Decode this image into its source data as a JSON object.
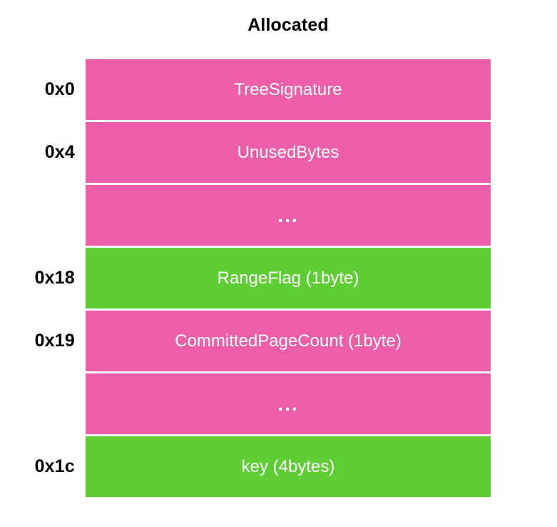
{
  "diagram": {
    "title": "Allocated",
    "colors": {
      "allocated_fill": "#ec5fa8",
      "highlight_fill": "#5fce35",
      "label_text": "#000000",
      "field_text": "#ffffff",
      "background": "#ffffff"
    },
    "rows": [
      {
        "address": "0x0",
        "field": "TreeSignature",
        "fill": "pink"
      },
      {
        "address": "0x4",
        "field": "UnusedBytes",
        "fill": "pink"
      },
      {
        "address": "",
        "field": "...",
        "fill": "pink"
      },
      {
        "address": "0x18",
        "field": "RangeFlag (1byte)",
        "fill": "green"
      },
      {
        "address": "0x19",
        "field": "CommittedPageCount (1byte)",
        "fill": "pink"
      },
      {
        "address": "",
        "field": "...",
        "fill": "pink"
      },
      {
        "address": "0x1c",
        "field": "key (4bytes)",
        "fill": "green"
      }
    ]
  }
}
